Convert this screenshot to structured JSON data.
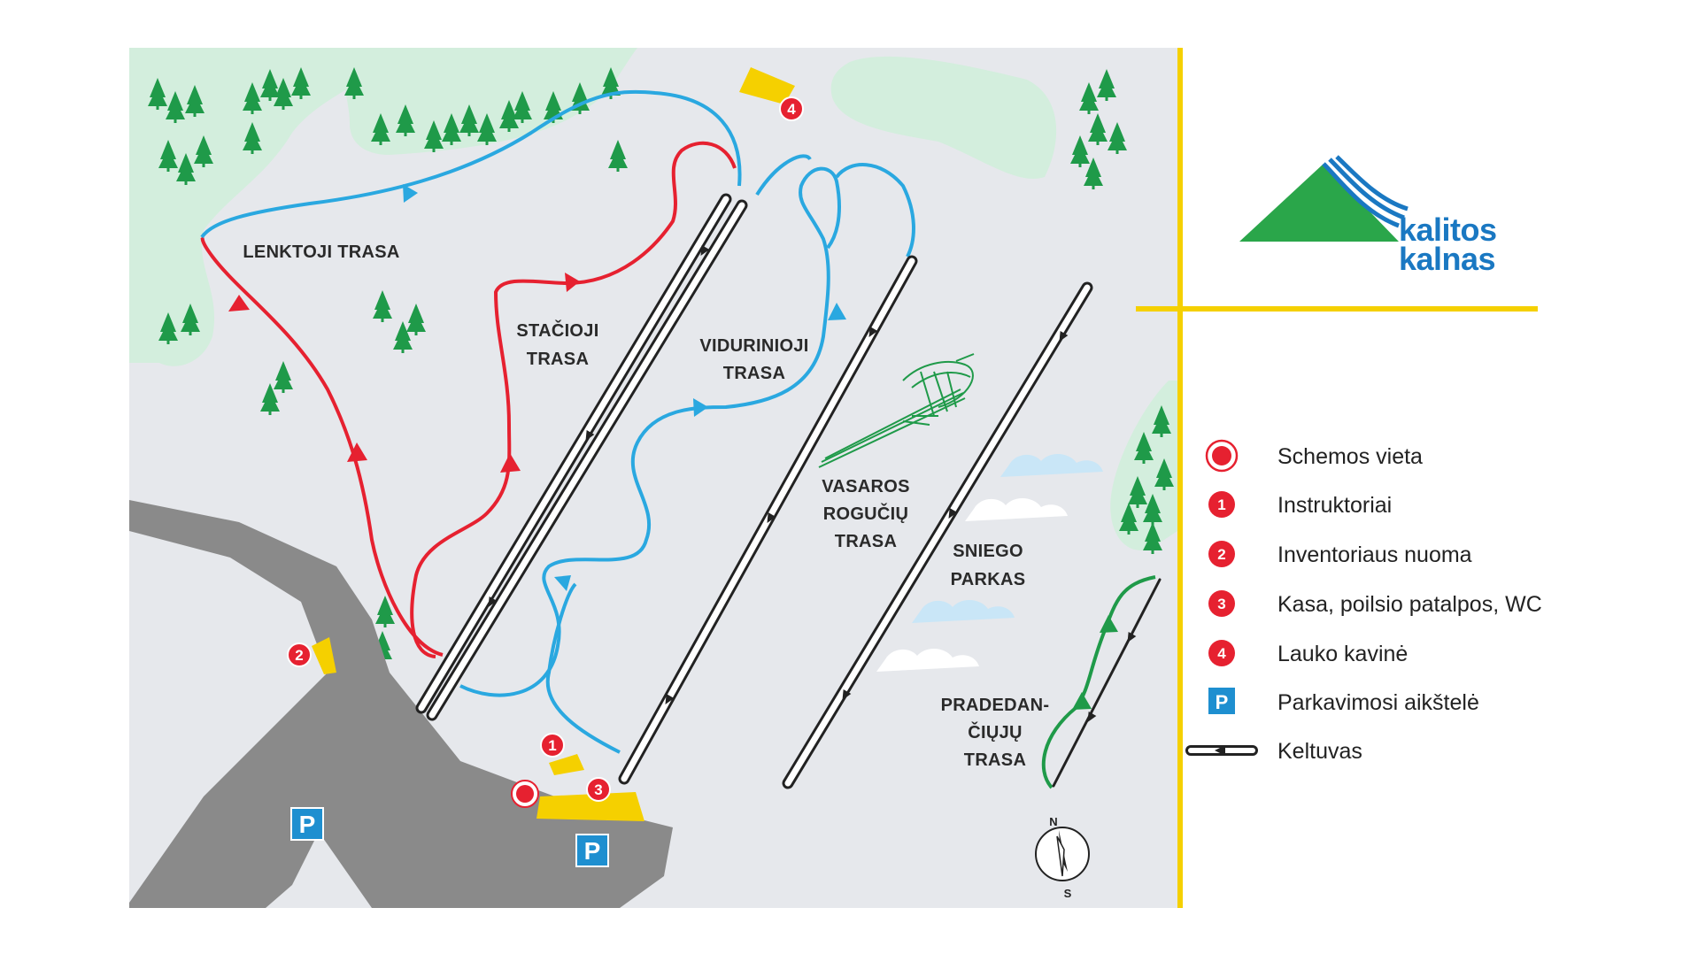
{
  "logo": {
    "line1": "kalitos",
    "line2": "kalnas"
  },
  "trails": {
    "lenktoji": [
      "LENKTOJI TRASA"
    ],
    "stacioji": [
      "STAČIOJI",
      "TRASA"
    ],
    "viduriniioji": [
      "VIDURINIOJI",
      "TRASA"
    ],
    "vasaros": [
      "VASAROS",
      "ROGUČIŲ",
      "TRASA"
    ],
    "sniego": [
      "SNIEGO",
      "PARKAS"
    ],
    "pradedanciuju": [
      "PRADEDAN-",
      "ČIŲJŲ",
      "TRASA"
    ]
  },
  "parking_letter": "P",
  "compass": {
    "north": "N",
    "south": "S"
  },
  "badges": {
    "b1": "1",
    "b2": "2",
    "b3": "3",
    "b4": "4"
  },
  "legend": [
    {
      "symbol": "you-are-here",
      "label": "Schemos vieta"
    },
    {
      "symbol": "1",
      "label": "Instruktoriai"
    },
    {
      "symbol": "2",
      "label": "Inventoriaus nuoma"
    },
    {
      "symbol": "3",
      "label": "Kasa, poilsio patalpos, WC"
    },
    {
      "symbol": "4",
      "label": "Lauko kavinė"
    },
    {
      "symbol": "P",
      "label": "Parkavimosi aikštelė"
    },
    {
      "symbol": "lift",
      "label": "Keltuvas"
    }
  ],
  "colors": {
    "snow": "#e6e8ec",
    "forest": "#d3eedd",
    "tree": "#1f9a49",
    "road": "#8a8a8a",
    "red_trail": "#e62130",
    "blue_trail": "#2aa8e0",
    "green_trail": "#1f9a49",
    "yellow": "#f5d000",
    "parking": "#1e8fd0",
    "logo_green": "#2aa64a",
    "logo_blue": "#1a78c2"
  }
}
